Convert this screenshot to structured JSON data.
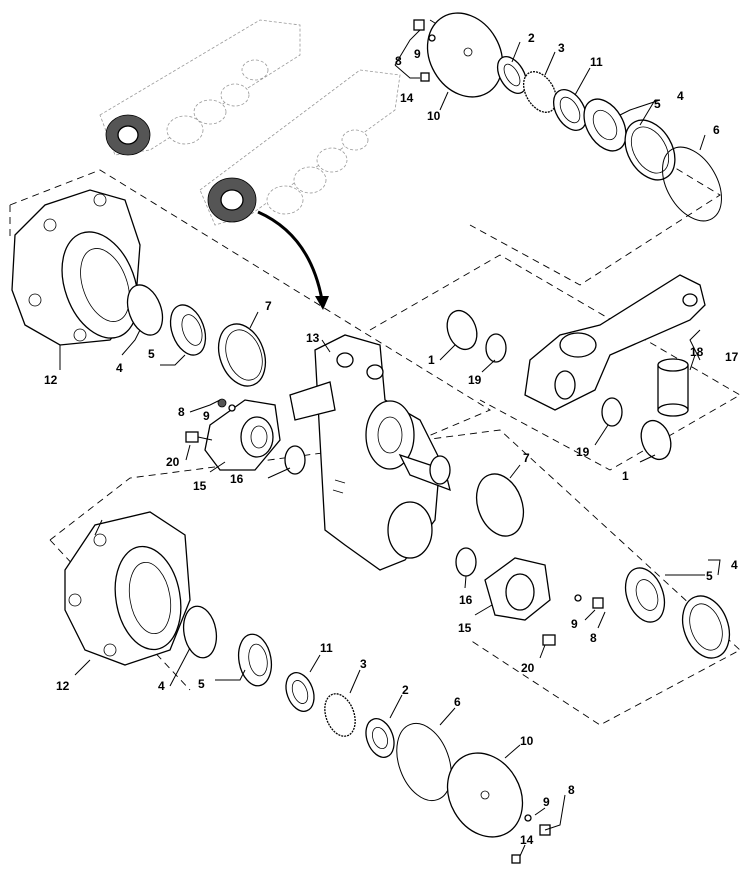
{
  "callouts": {
    "c1_top": "1",
    "c1_bottom": "1",
    "c2_top": "2",
    "c2_bottom": "2",
    "c3_top": "3",
    "c3_bottom": "3",
    "c4_right_top": "4",
    "c4_left_upper": "4",
    "c4_right_lower": "4",
    "c4_left_lower": "4",
    "c5_right_top": "5",
    "c5_left_upper": "5",
    "c5_right_lower": "5",
    "c5_left_lower": "5",
    "c6_top": "6",
    "c6_bottom": "6",
    "c7_upper": "7",
    "c7_lower": "7",
    "c8_top": "8",
    "c8_left": "8",
    "c8_mid": "8",
    "c8_bottom": "8",
    "c9_top": "9",
    "c9_left": "9",
    "c9_mid": "9",
    "c9_bottom": "9",
    "c10_top": "10",
    "c10_bottom": "10",
    "c11_top": "11",
    "c11_bottom": "11",
    "c12_upper": "12",
    "c12_lower": "12",
    "c13": "13",
    "c14_top": "14",
    "c14_bottom": "14",
    "c15_left": "15",
    "c15_right": "15",
    "c16_left": "16",
    "c16_right": "16",
    "c17": "17",
    "c18": "18",
    "c19_upper": "19",
    "c19_lower": "19",
    "c20_left": "20",
    "c20_right": "20"
  }
}
